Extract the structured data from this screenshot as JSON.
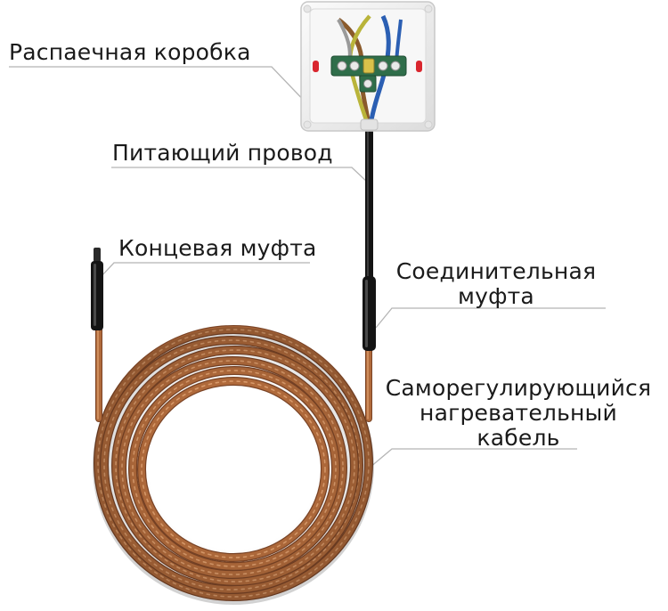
{
  "labels": {
    "junction_box": "Распаечная коробка",
    "supply_wire": "Питающий провод",
    "end_sleeve": "Концевая муфта",
    "connection_sleeve": [
      "Соединительная",
      "муфта"
    ],
    "heating_cable": [
      "Саморегулирующийся",
      "нагревательный",
      "кабель"
    ]
  },
  "colors": {
    "cable_copper": "#b06a3b",
    "cable_highlight": "#d99a6a",
    "cable_shadow": "#7a4426",
    "sleeve_black": "#141414",
    "box_white": "#f2f2f2",
    "terminal_green": "#2f6e4a",
    "wire_blue": "#2b5fb3",
    "wire_brown": "#8a5a2b",
    "wire_yellow_green": "#b9b43a",
    "leader_line": "#b5b5b5",
    "accent_red": "#d9262e"
  }
}
